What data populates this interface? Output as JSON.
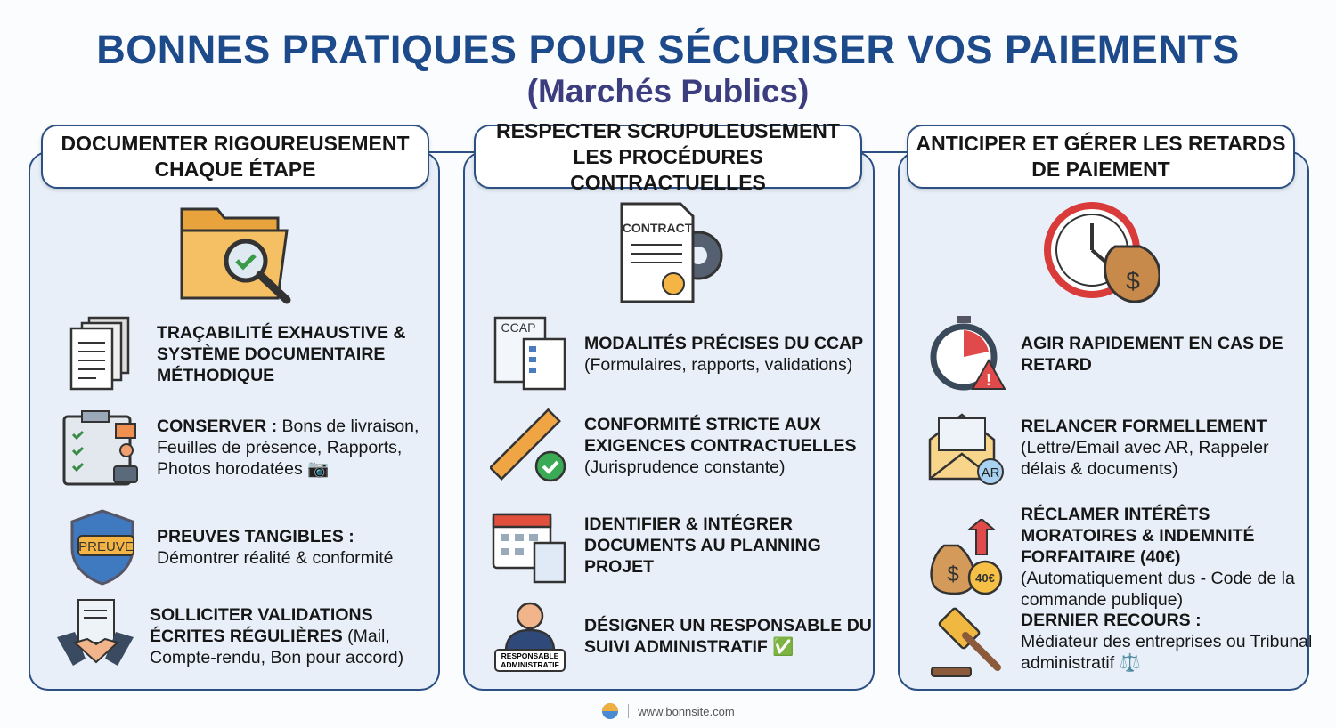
{
  "title": "BONNES PRATIQUES POUR SÉCURISER VOS PAIEMENTS",
  "subtitle": "(Marchés Publics)",
  "columns": [
    {
      "header": "DOCUMENTER RIGOUREUSEMENT CHAQUE ÉTAPE",
      "hero_icon": "folder-magnifier-check-icon",
      "items": [
        {
          "icon": "documents-stack-icon",
          "bold": "TRAÇABILITÉ EXHAUSTIVE & SYSTÈME DOCUMENTAIRE MÉTHODIQUE",
          "text": ""
        },
        {
          "icon": "clipboard-checklist-icon",
          "bold": "CONSERVER :",
          "text": " Bons de livraison, Feuilles de présence, Rapports, Photos horodatées 📷"
        },
        {
          "icon": "shield-preuve-icon",
          "bold": "PREUVES TANGIBLES :",
          "text": " Démontrer réalité & conformité",
          "badge": "PREUVE"
        },
        {
          "icon": "handshake-document-icon",
          "bold": "SOLLICITER VALIDATIONS ÉCRITES RÉGULIÈRES",
          "text": " (Mail, Compte-rendu, Bon pour accord)"
        }
      ]
    },
    {
      "header": "RESPECTER SCRUPULEUSEMENT LES PROCÉDURES CONTRACTUELLES",
      "hero_icon": "contract-gear-icon",
      "hero_label": "CONTRACT",
      "items": [
        {
          "icon": "ccap-document-icon",
          "bold": "MODALITÉS PRÉCISES DU CCAP",
          "text": " (Formulaires, rapports, validations)",
          "badge": "CCAP"
        },
        {
          "icon": "ruler-check-icon",
          "bold": "CONFORMITÉ STRICTE AUX EXIGENCES CONTRACTUELLES",
          "text": " (Jurisprudence constante)"
        },
        {
          "icon": "calendar-document-icon",
          "bold": "IDENTIFIER & INTÉGRER DOCUMENTS AU PLANNING PROJET",
          "text": ""
        },
        {
          "icon": "responsable-person-icon",
          "bold": "DÉSIGNER UN RESPONSABLE DU SUIVI ADMINISTRATIF ✅",
          "text": "",
          "badge": "RESPONSABLE ADMINISTRATIF"
        }
      ]
    },
    {
      "header": "ANTICIPER ET GÉRER LES RETARDS DE PAIEMENT",
      "hero_icon": "clock-money-bag-icon",
      "items": [
        {
          "icon": "stopwatch-warning-icon",
          "bold": "AGIR RAPIDEMENT EN CAS DE RETARD",
          "text": ""
        },
        {
          "icon": "envelope-ar-icon",
          "bold": "RELANCER FORMELLEMENT",
          "text": " (Lettre/Email avec AR, Rappeler délais & documents)",
          "badge": "AR"
        },
        {
          "icon": "money-bag-arrow-icon",
          "bold": "RÉCLAMER INTÉRÊTS MORATOIRES & INDEMNITÉ FORFAITAIRE (40€)",
          "text": " (Automatiquement dus - Code de la commande publique)",
          "badge": "40€"
        },
        {
          "icon": "gavel-icon",
          "bold": "DERNIER RECOURS :",
          "text": " Médiateur des entreprises ou Tribunal administratif ⚖️"
        }
      ]
    }
  ],
  "footer": {
    "url": "www.bonnsite.com"
  },
  "colors": {
    "title": "#1d4a8a",
    "panel": "#e8eff8",
    "border": "#2c4f84"
  }
}
